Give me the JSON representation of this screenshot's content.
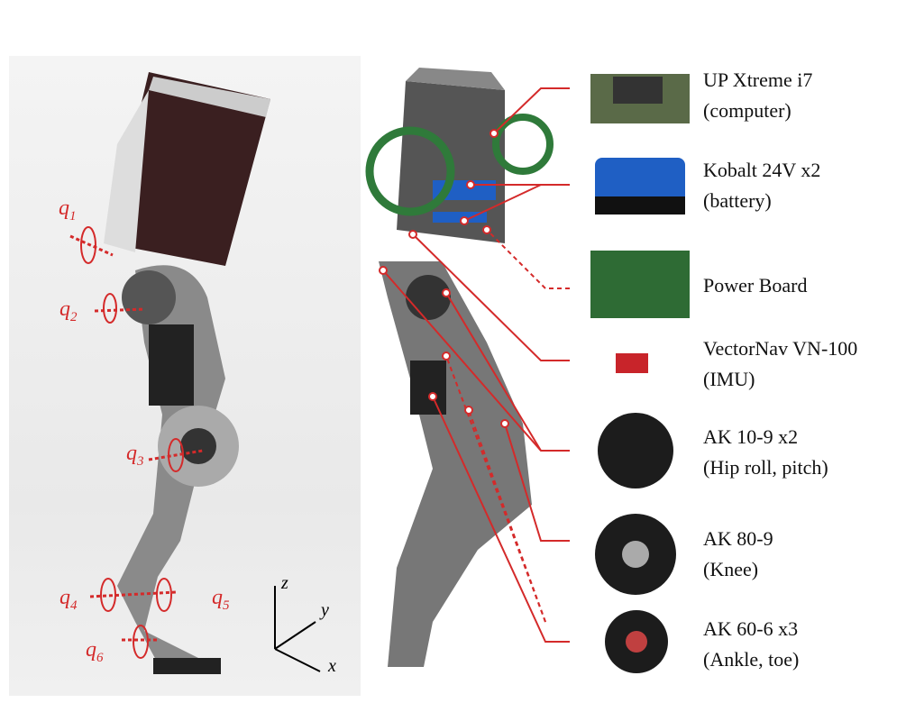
{
  "joints": [
    {
      "name": "q",
      "sub": "1"
    },
    {
      "name": "q",
      "sub": "2"
    },
    {
      "name": "q",
      "sub": "3"
    },
    {
      "name": "q",
      "sub": "4"
    },
    {
      "name": "q",
      "sub": "5"
    },
    {
      "name": "q",
      "sub": "6"
    }
  ],
  "axes": {
    "z": "z",
    "y": "y",
    "x": "x"
  },
  "components": [
    {
      "line1": "UP Xtreme i7",
      "line2": "(computer)"
    },
    {
      "line1": "Kobalt 24V x2",
      "line2": "(battery)"
    },
    {
      "line1": "Power Board",
      "line2": ""
    },
    {
      "line1": "VectorNav VN-100",
      "line2": "(IMU)"
    },
    {
      "line1": "AK 10-9 x2",
      "line2": "(Hip roll, pitch)"
    },
    {
      "line1": "AK 80-9",
      "line2": "(Knee)"
    },
    {
      "line1": "AK 60-6 x3",
      "line2": "(Ankle, toe)"
    }
  ],
  "colors": {
    "annotation": "#d42a2a",
    "battery": "#1f5fc4",
    "board": "#2e6b34",
    "imu": "#c8242a",
    "wheel": "#2f7a3a"
  }
}
